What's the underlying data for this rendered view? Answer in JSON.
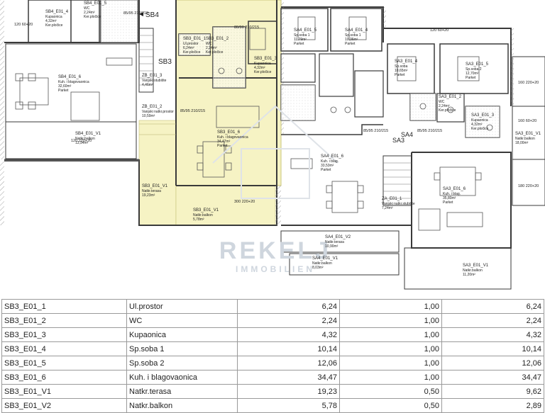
{
  "plan": {
    "watermark_line1": "REKELJ",
    "watermark_line2": "IMMOBILIEN",
    "markers": [
      {
        "id": "sb4",
        "label": "SB4"
      },
      {
        "id": "sb3",
        "label": "SB3"
      },
      {
        "id": "sa4",
        "label": "SA4"
      },
      {
        "id": "sa3",
        "label": "SA3"
      }
    ],
    "rooms": [
      {
        "code": "SB4_E01_4",
        "name": "Kupaonica",
        "area": "4,32m²",
        "floor": "Ker.pločice"
      },
      {
        "code": "SB4_E01_5",
        "name": "WC",
        "area": "2,24m²",
        "floor": "Ker.pločice"
      },
      {
        "code": "SB4_E01_6",
        "name": "Kuh. i blagovaonica",
        "area": "32,60m²",
        "floor": "Parket"
      },
      {
        "code": "SB4_E01_V1",
        "name": "Natkr.balkon",
        "area": "13,94m²",
        "floor": ""
      },
      {
        "code": "SB3_E01_1",
        "name": "Ul.prostor",
        "area": "6,24m²",
        "floor": "Ker.pločice"
      },
      {
        "code": "SB3_E01_2",
        "name": "WC",
        "area": "2,24m²",
        "floor": "Ker.pločice"
      },
      {
        "code": "SB3_E01_3",
        "name": "Kupaonica",
        "area": "4,32m²",
        "floor": "Ker.pločice"
      },
      {
        "code": "SB3_E01_6",
        "name": "Kuh. i blagovaonica",
        "area": "34,47m²",
        "floor": "Parket"
      },
      {
        "code": "SB3_E01_V1",
        "name": "Natkr.terasa",
        "area": "19,23m²",
        "floor": ""
      },
      {
        "code": "SB3_E01_V1",
        "name": "Natkr.balkon",
        "area": "5,78m²",
        "floor": ""
      },
      {
        "code": "ZB_E01_3",
        "name": "Vanjski stubište",
        "area": "4,46m²",
        "floor": ""
      },
      {
        "code": "ZB_E01_2",
        "name": "Vanjski natkr.prostor",
        "area": "10,59m²",
        "floor": ""
      },
      {
        "code": "SA4_E01_5",
        "name": "Sp.soba 1",
        "area": "11,79m²",
        "floor": "Parket"
      },
      {
        "code": "SA4_E01_4",
        "name": "Sp.soba 1",
        "area": "10,36m²",
        "floor": "Parket"
      },
      {
        "code": "SA4_E01_6",
        "name": "Kuh. i blag.",
        "area": "33,53m²",
        "floor": "Parket"
      },
      {
        "code": "SA4_E01_V2",
        "name": "Natkr.terasa",
        "area": "10,90m²",
        "floor": ""
      },
      {
        "code": "SA4_E01_V1",
        "name": "Natkr.balkon",
        "area": "8,03m²",
        "floor": ""
      },
      {
        "code": "SA3_E01_4",
        "name": "Sp.soba",
        "area": "10,65m²",
        "floor": "Parket"
      },
      {
        "code": "SA3_E01_5",
        "name": "Sp.soba 2",
        "area": "12,70m²",
        "floor": "Parket"
      },
      {
        "code": "SA3_E01_3",
        "name": "Kupaonica",
        "area": "4,32m²",
        "floor": "Ker.pločice"
      },
      {
        "code": "SA3_E01_2",
        "name": "WC",
        "area": "2,24m²",
        "floor": "Ker.pločice"
      },
      {
        "code": "SA3_E01_6",
        "name": "Kuh. i blag.",
        "area": "35,80m²",
        "floor": "Parket"
      },
      {
        "code": "SA3_E01_V1",
        "name": "Natkr.balkon",
        "area": "18,00m²",
        "floor": ""
      },
      {
        "code": "SA3_E01_V1",
        "name": "Natkr.balkon",
        "area": "11,20m²",
        "floor": ""
      },
      {
        "code": "ZA_E01_1",
        "name": "Vanjski natkr.stubište",
        "area": "7,24m²",
        "floor": ""
      }
    ],
    "dims": [
      "85/95 210/215",
      "85/95 210/215",
      "80/90 210/215",
      "85/95 210/215",
      "85/95 210/215",
      "120 60+20",
      "120 60+20",
      "160 220+20",
      "160 60+20",
      "180 220+20",
      "120 220+20",
      "300 220+20"
    ]
  },
  "table": {
    "rows": [
      [
        "SB3_E01_1",
        "Ul.prostor",
        "6,24",
        "1,00",
        "6,24"
      ],
      [
        "SB3_E01_2",
        "WC",
        "2,24",
        "1,00",
        "2,24"
      ],
      [
        "SB3_E01_3",
        "Kupaonica",
        "4,32",
        "1,00",
        "4,32"
      ],
      [
        "SB3_E01_4",
        "Sp.soba 1",
        "10,14",
        "1,00",
        "10,14"
      ],
      [
        "SB3_E01_5",
        "Sp.soba 2",
        "12,06",
        "1,00",
        "12,06"
      ],
      [
        "SB3_E01_6",
        "Kuh. i blagovaonica",
        "34,47",
        "1,00",
        "34,47"
      ],
      [
        "SB3_E01_V1",
        "Natkr.terasa",
        "19,23",
        "0,50",
        "9,62"
      ],
      [
        "SB3_E01_V2",
        "Natkr.balkon",
        "5,78",
        "0,50",
        "2,89"
      ]
    ]
  },
  "colors": {
    "highlight": "#f6f3c4",
    "highlight_border": "#c9c47a",
    "wall": "#3a3a3a",
    "hatch": "#8a8a8a",
    "furniture": "#555555"
  }
}
